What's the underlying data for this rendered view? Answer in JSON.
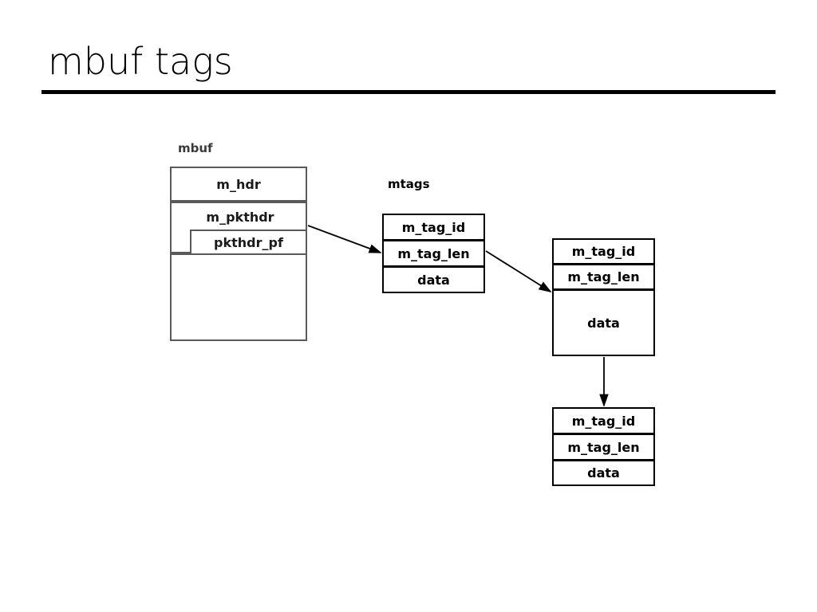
{
  "slide": {
    "title": "mbuf tags"
  },
  "diagram": {
    "mbuf_label": "mbuf",
    "mtags_label": "mtags",
    "mbuf": {
      "rows": [
        {
          "label": "m_hdr"
        },
        {
          "label": "m_pkthdr"
        },
        {
          "label": "pkthdr_pf"
        },
        {
          "label": ""
        }
      ]
    },
    "mtags": [
      {
        "id": "mtag-1",
        "rows": [
          {
            "label": "m_tag_id"
          },
          {
            "label": "m_tag_len"
          },
          {
            "label": "data"
          }
        ]
      },
      {
        "id": "mtag-2",
        "rows": [
          {
            "label": "m_tag_id"
          },
          {
            "label": "m_tag_len"
          },
          {
            "label": "data"
          }
        ]
      },
      {
        "id": "mtag-3",
        "rows": [
          {
            "label": "m_tag_id"
          },
          {
            "label": "m_tag_len"
          },
          {
            "label": "data"
          }
        ]
      }
    ],
    "colors": {
      "mbuf_border": "#5a5a5a",
      "mtag_border": "#000000",
      "rule": "#000000",
      "text": "#000000"
    }
  }
}
